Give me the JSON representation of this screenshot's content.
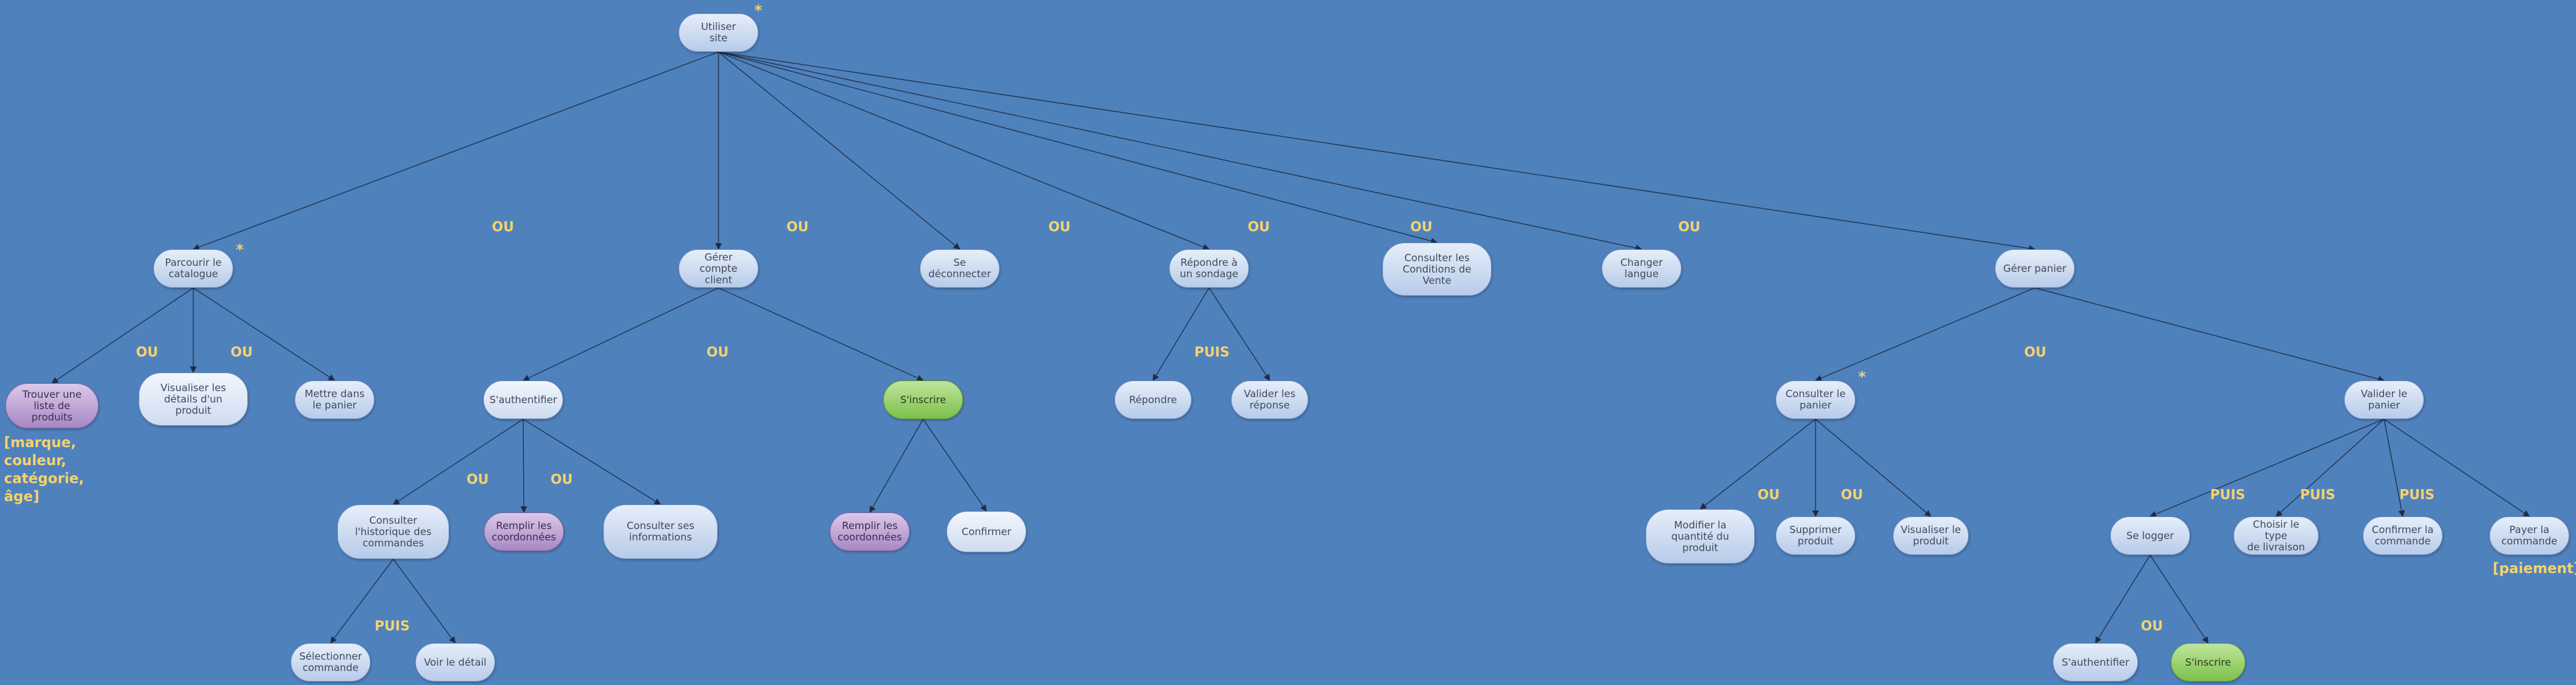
{
  "nodes": {
    "root": "Utiliser\nsite",
    "parcourir": "Parcourir le\ncatalogue",
    "gerer_compte": "Gérer compte\nclient",
    "deconnecter": "Se\ndéconnecter",
    "sondage": "Répondre à\nun sondage",
    "cgv": "Consulter les\nConditions de\nVente",
    "langue": "Changer\nlangue",
    "panier": "Gérer panier",
    "trouver": "Trouver une\nliste de produits",
    "details": "Visualiser les\ndétails d'un\nproduit",
    "mettre_panier": "Mettre dans\nle panier",
    "authentifier": "S'authentifier",
    "inscrire": "S'inscrire",
    "repondre": "Répondre",
    "valider_reponse": "Valider les\nréponse",
    "consulter_panier": "Consulter le\npanier",
    "valider_panier": "Valider le\npanier",
    "historique": "Consulter\nl'historique des\ncommandes",
    "remplir1": "Remplir les\ncoordonnées",
    "consulter_infos": "Consulter ses\ninformations",
    "remplir2": "Remplir les\ncoordonnées",
    "confirmer": "Confirmer",
    "modifier_qte": "Modifier la\nquantité du\nproduit",
    "supprimer": "Supprimer\nproduit",
    "visualiser_produit": "Visualiser le\nproduit",
    "logger": "Se logger",
    "livraison": "Choisir le type\nde livraison",
    "confirmer_cmd": "Confirmer la\ncommande",
    "payer": "Payer la\ncommande",
    "selectionner": "Sélectionner\ncommande",
    "voir_detail": "Voir le détail",
    "auth2": "S'authentifier",
    "inscrire2": "S'inscrire"
  },
  "operators": {
    "ou": "OU",
    "puis": "PUIS"
  },
  "star": "*",
  "notes": {
    "filtres": "[marque,\ncouleur,\ncatégorie,\nâge]",
    "paiement": "[paiement]"
  },
  "colors": {
    "background": "#4f81bd",
    "operator": "#f5d36c",
    "default_node": "#c9d9f0",
    "green_node": "#8fcd5c",
    "purple_node": "#b89bd0"
  }
}
